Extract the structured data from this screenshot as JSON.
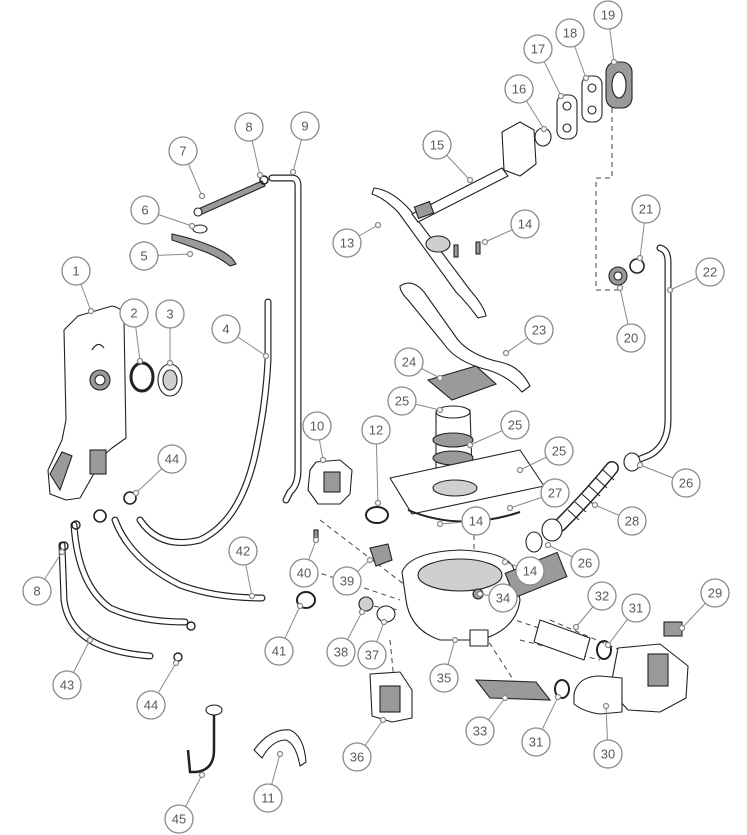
{
  "diagram": {
    "type": "exploded parts diagram",
    "callouts": [
      {
        "id": "c1",
        "label": "1"
      },
      {
        "id": "c2",
        "label": "2"
      },
      {
        "id": "c3",
        "label": "3"
      },
      {
        "id": "c4",
        "label": "4"
      },
      {
        "id": "c5",
        "label": "5"
      },
      {
        "id": "c6",
        "label": "6"
      },
      {
        "id": "c7",
        "label": "7"
      },
      {
        "id": "c8a",
        "label": "8"
      },
      {
        "id": "c8b",
        "label": "8"
      },
      {
        "id": "c9",
        "label": "9"
      },
      {
        "id": "c10",
        "label": "10"
      },
      {
        "id": "c11",
        "label": "11"
      },
      {
        "id": "c12",
        "label": "12"
      },
      {
        "id": "c13",
        "label": "13"
      },
      {
        "id": "c14a",
        "label": "14"
      },
      {
        "id": "c14b",
        "label": "14"
      },
      {
        "id": "c14c",
        "label": "14"
      },
      {
        "id": "c15",
        "label": "15"
      },
      {
        "id": "c16",
        "label": "16"
      },
      {
        "id": "c17",
        "label": "17"
      },
      {
        "id": "c18",
        "label": "18"
      },
      {
        "id": "c19",
        "label": "19"
      },
      {
        "id": "c20",
        "label": "20"
      },
      {
        "id": "c21",
        "label": "21"
      },
      {
        "id": "c22",
        "label": "22"
      },
      {
        "id": "c23",
        "label": "23"
      },
      {
        "id": "c24",
        "label": "24"
      },
      {
        "id": "c25a",
        "label": "25"
      },
      {
        "id": "c25b",
        "label": "25"
      },
      {
        "id": "c25c",
        "label": "25"
      },
      {
        "id": "c26a",
        "label": "26"
      },
      {
        "id": "c26b",
        "label": "26"
      },
      {
        "id": "c27",
        "label": "27"
      },
      {
        "id": "c28",
        "label": "28"
      },
      {
        "id": "c29",
        "label": "29"
      },
      {
        "id": "c30",
        "label": "30"
      },
      {
        "id": "c31a",
        "label": "31"
      },
      {
        "id": "c31b",
        "label": "31"
      },
      {
        "id": "c32",
        "label": "32"
      },
      {
        "id": "c33",
        "label": "33"
      },
      {
        "id": "c34",
        "label": "34"
      },
      {
        "id": "c35",
        "label": "35"
      },
      {
        "id": "c36",
        "label": "36"
      },
      {
        "id": "c37",
        "label": "37"
      },
      {
        "id": "c38",
        "label": "38"
      },
      {
        "id": "c39",
        "label": "39"
      },
      {
        "id": "c40",
        "label": "40"
      },
      {
        "id": "c41",
        "label": "41"
      },
      {
        "id": "c42",
        "label": "42"
      },
      {
        "id": "c43",
        "label": "43"
      },
      {
        "id": "c44a",
        "label": "44"
      },
      {
        "id": "c44b",
        "label": "44"
      },
      {
        "id": "c45",
        "label": "45"
      }
    ],
    "colors": {
      "line": "#222222",
      "callout_stroke": "#8a8a8a",
      "callout_text": "#5a5a5a",
      "part_shade": "#9a9a9a"
    }
  }
}
